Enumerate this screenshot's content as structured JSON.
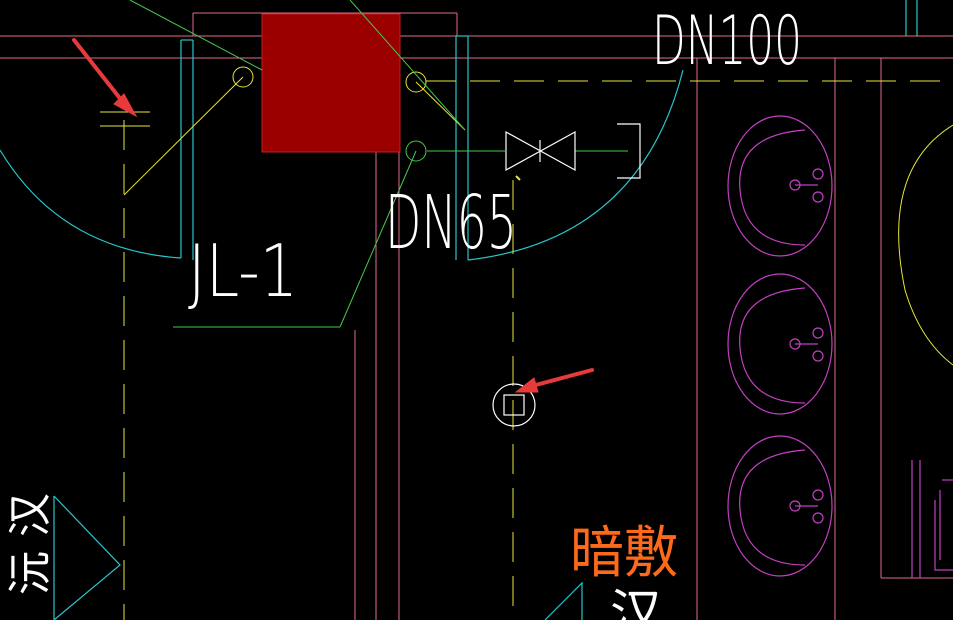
{
  "labels": {
    "pipe_main": "DN100",
    "pipe_branch": "DN65",
    "riser": "JL-1",
    "note": "暗敷",
    "partial_left": "沅 汉",
    "partial_bottom": "汉"
  },
  "colors": {
    "background": "#000000",
    "pink": "#e46a8c",
    "cyan": "#29c6cc",
    "yellow": "#e6e63a",
    "green": "#48c84a",
    "white": "#ffffff",
    "magenta": "#c040c0",
    "red_block": "#9b0000",
    "orange": "#ff6a1a",
    "arrow": "#e83a3a"
  }
}
